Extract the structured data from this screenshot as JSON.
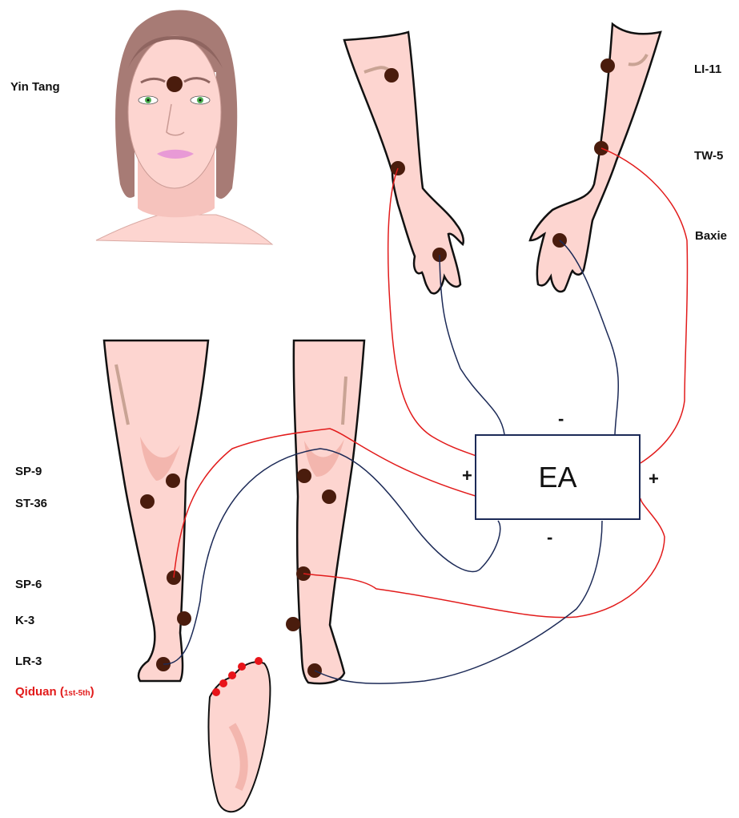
{
  "labels": {
    "yin_tang": "Yin Tang",
    "li11": "LI-11",
    "tw5": "TW-5",
    "baxie": "Baxie",
    "sp9": "SP-9",
    "st36": "ST-36",
    "sp6": "SP-6",
    "k3": "K-3",
    "lr3": "LR-3",
    "qiduan": "Qiduan (",
    "qiduan_sub": "1st-5th",
    "qiduan_close": ")"
  },
  "device": {
    "name": "EA",
    "top_sign": "-",
    "left_sign": "+",
    "right_sign": "+",
    "bottom_sign": "-"
  },
  "colors": {
    "skin": "#fdd5d0",
    "outline": "#111111",
    "point": "#4a1c0d",
    "red_wire": "#e21b1b",
    "blue_wire": "#1c2a57",
    "red_point": "#e8141a"
  }
}
